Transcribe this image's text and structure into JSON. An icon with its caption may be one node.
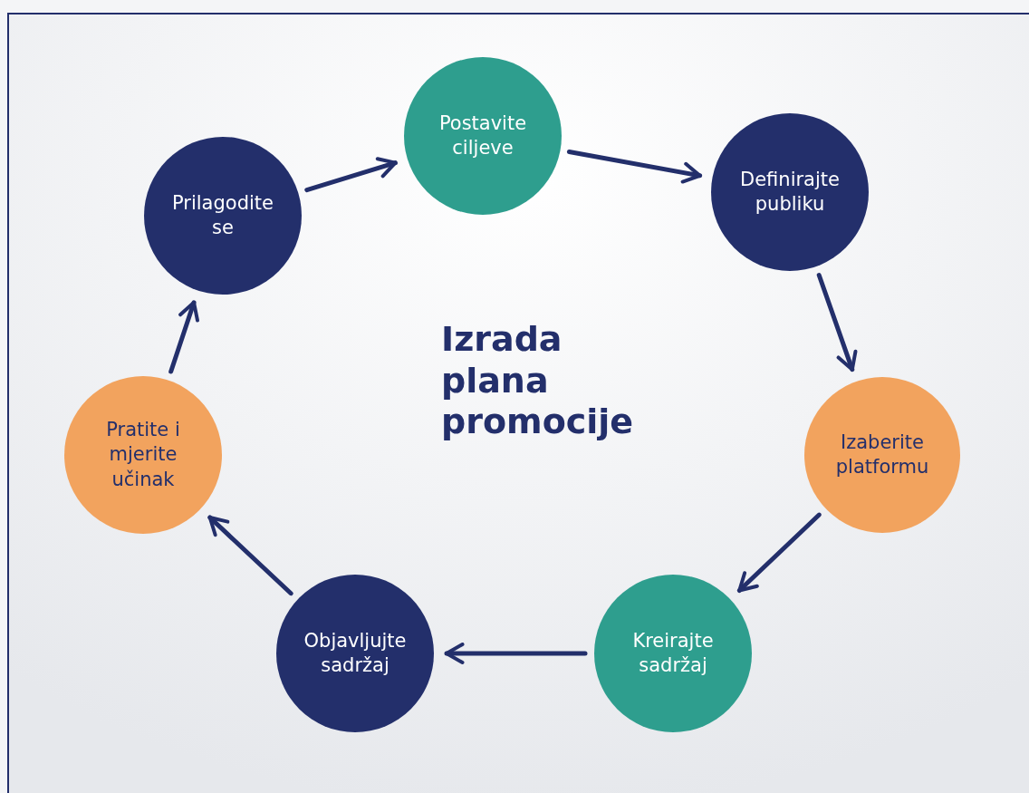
{
  "diagram": {
    "title": "Izrada plana promocije",
    "nodes": [
      {
        "text": [
          "Postavite ciljeve"
        ]
      },
      {
        "text": [
          "Definirajte publiku"
        ]
      },
      {
        "text": [
          "Izaberite platformu"
        ]
      },
      {
        "text": [
          "Kreirajte sadržaj"
        ]
      },
      {
        "text": [
          "Objavljujte sadržaj"
        ]
      },
      {
        "text": [
          "Pratite i mjerite učinak"
        ]
      },
      {
        "text": [
          "Prilagodite se"
        ]
      }
    ],
    "edges": [
      {
        "from": 6,
        "to": 0,
        "arrow": "to"
      },
      {
        "from": 0,
        "to": 1,
        "arrow": "to"
      },
      {
        "from": 1,
        "to": 2,
        "arrow": "to"
      },
      {
        "from": 2,
        "to": 3,
        "arrow": "to"
      },
      {
        "from": 3,
        "to": 4,
        "arrow": "to"
      },
      {
        "from": 4,
        "to": 5,
        "arrow": "to"
      },
      {
        "from": 5,
        "to": 6,
        "arrow": "to"
      }
    ]
  }
}
